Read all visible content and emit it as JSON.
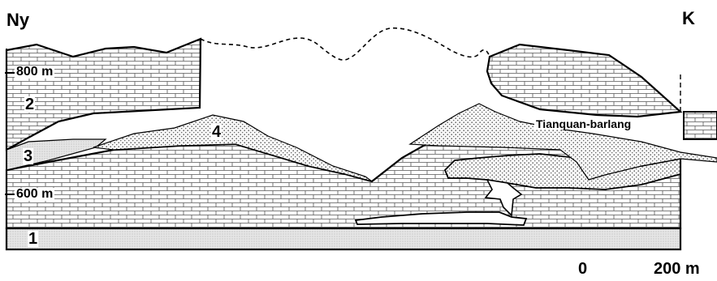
{
  "labels": {
    "west": "Ny",
    "east": "K",
    "elev_upper": "800 m",
    "elev_lower": "600 m",
    "unit_1": "1",
    "unit_2": "2",
    "unit_3": "3",
    "unit_4": "4",
    "cave": "Tianquan-barlang",
    "scale_start": "0",
    "scale_end": "200 m"
  },
  "colors": {
    "limestone_fill": "#ffffff",
    "brick_line": "#555555",
    "outline": "#000000",
    "debris_dot": "#6b6b6b",
    "base_layer": "#e6e6e6"
  }
}
